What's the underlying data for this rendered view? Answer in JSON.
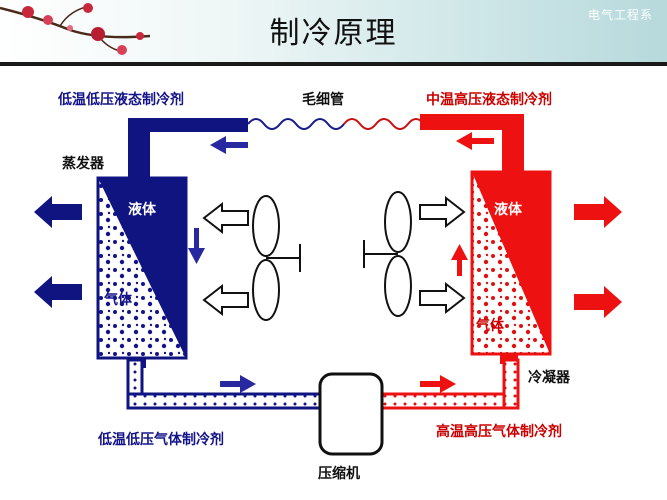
{
  "title": "制冷原理",
  "brand": "电气工程系",
  "labels": {
    "low_liquid": "低温低压液态制冷剂",
    "capillary": "毛细管",
    "mid_liquid": "中温高压液态制冷剂",
    "evaporator": "蒸发器",
    "evap_liquid": "液体",
    "evap_gas": "气体",
    "cond_liquid": "液体",
    "cond_gas": "气体",
    "condenser": "冷凝器",
    "low_gas": "低温低压气体制冷剂",
    "high_gas": "高温高压气体制冷剂",
    "compressor": "压缩机"
  },
  "colors": {
    "cold": "#0f1480",
    "hot": "#ee1111",
    "pipe_cold_fill": "#ffffff",
    "pipe_hot_fill": "#ffffff"
  }
}
